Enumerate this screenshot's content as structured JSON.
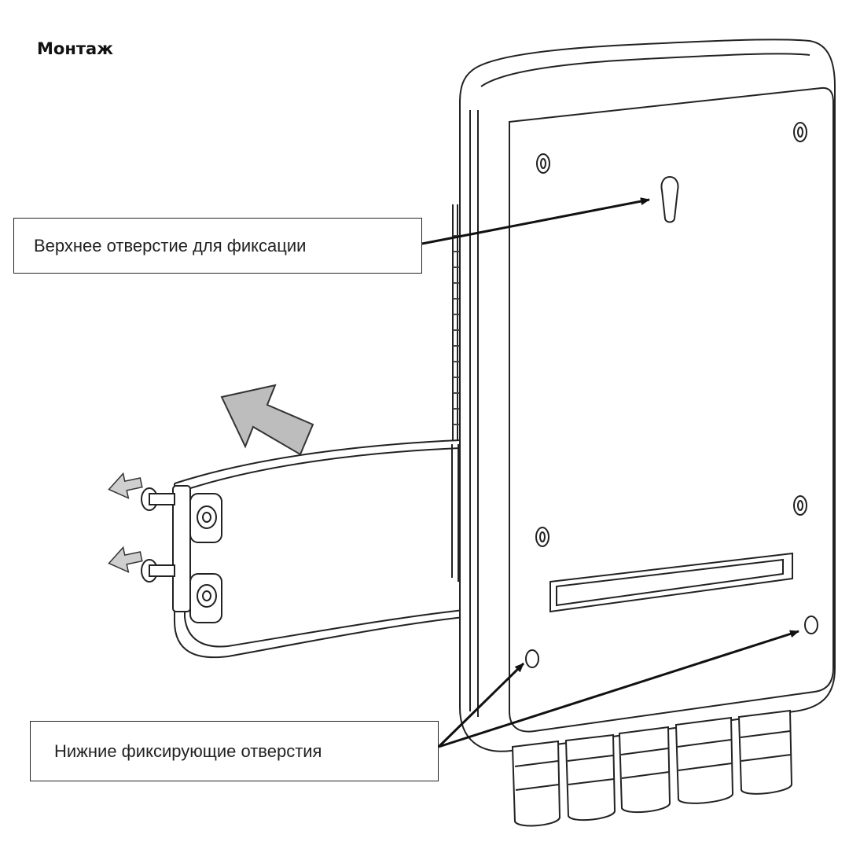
{
  "title": "Монтаж",
  "callouts": {
    "top_hole": "Верхнее отверстие для фиксации",
    "bottom_holes": "Нижние фиксирующие отверстия"
  },
  "colors": {
    "line": "#222222",
    "arrow_fill": "#bdbdbd",
    "background": "#ffffff"
  }
}
